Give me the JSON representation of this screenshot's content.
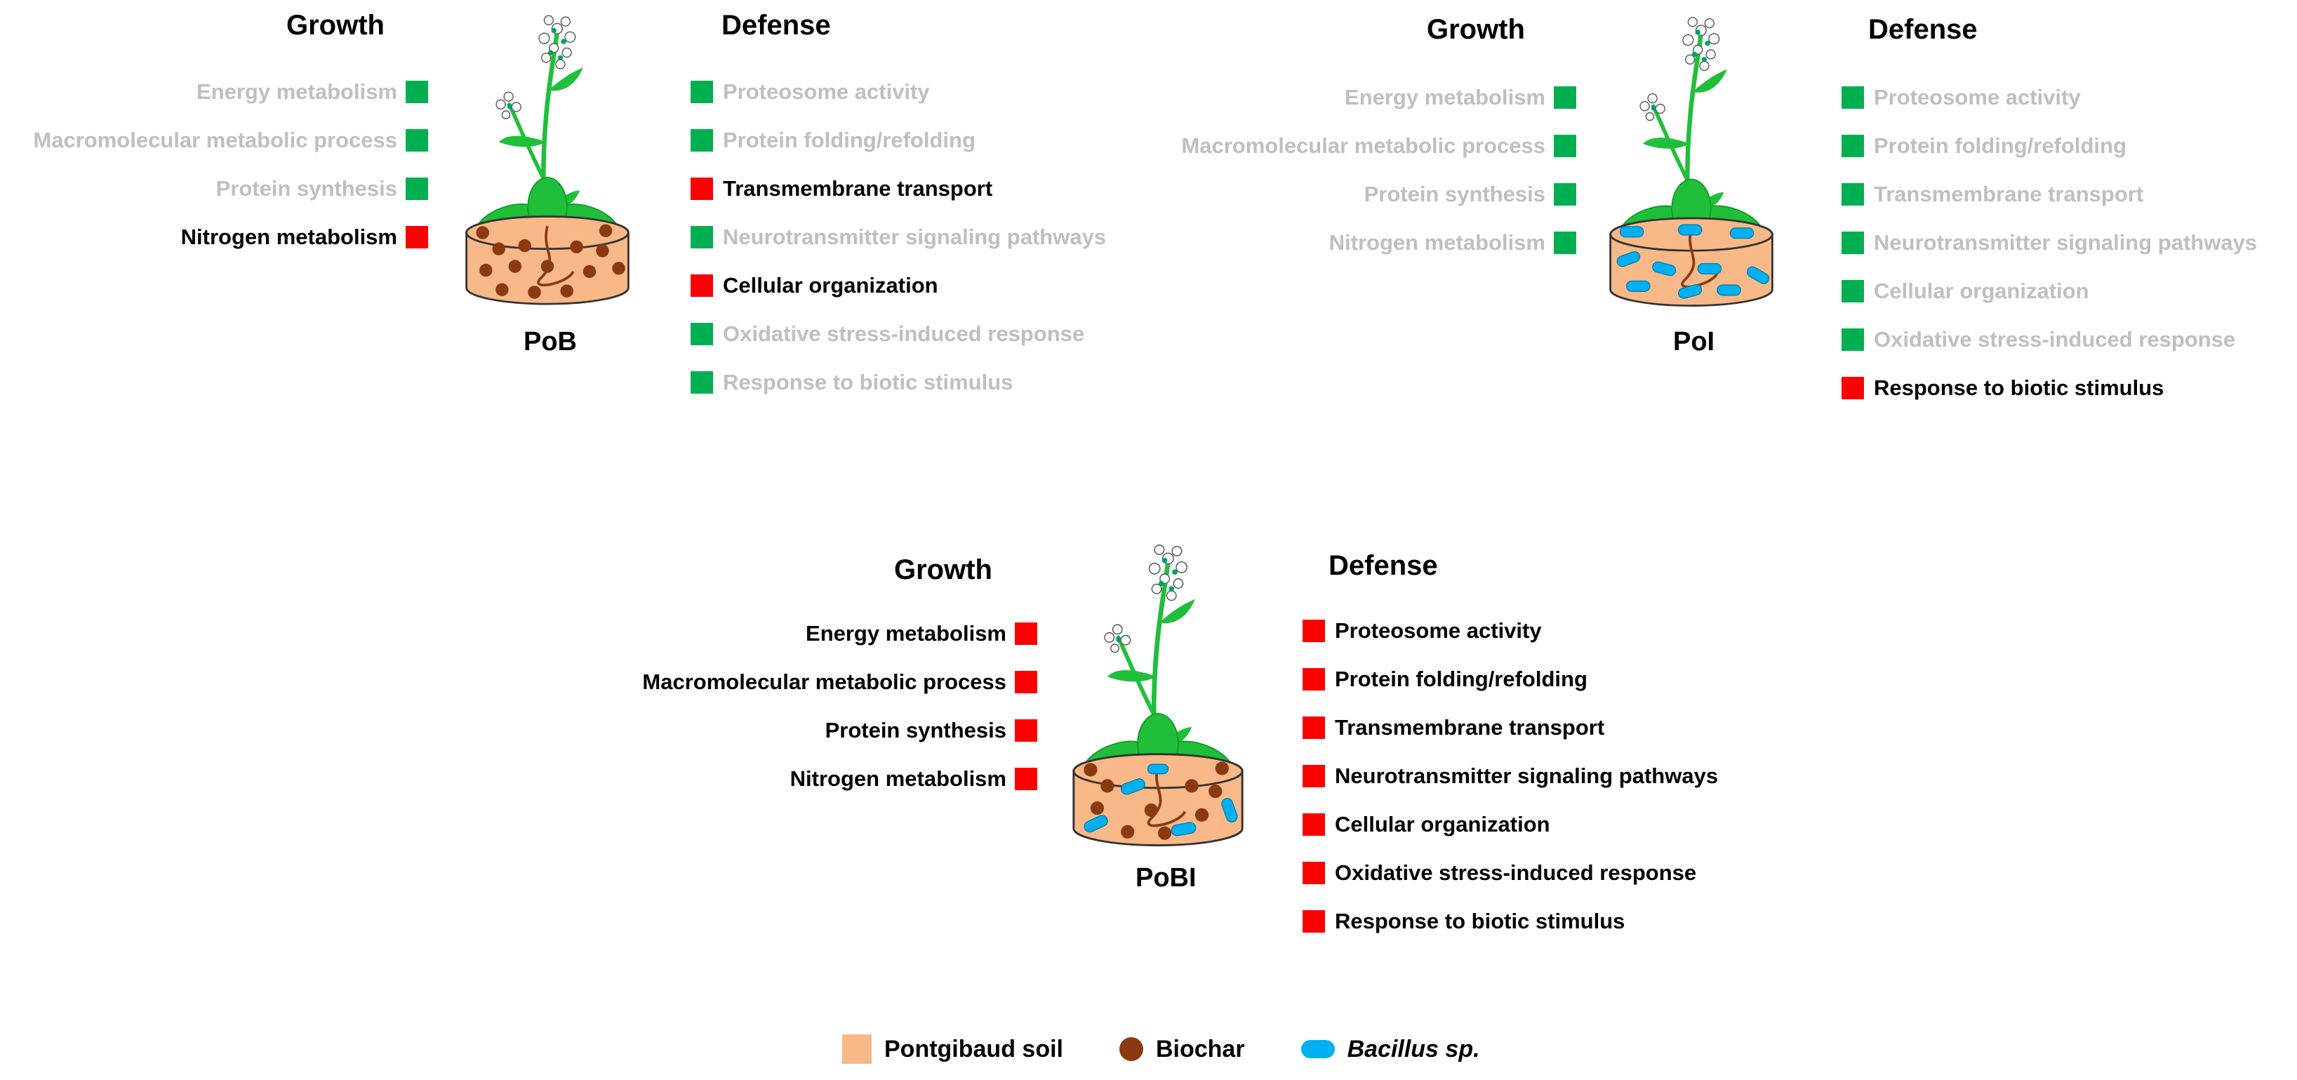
{
  "colors": {
    "green": "#00b050",
    "red": "#ff0000",
    "gray_text": "#bfbfbf",
    "soil": "#f8b887",
    "biochar": "#8b3a0f",
    "bacillus": "#00b0f0",
    "leaf": "#1fbf3a"
  },
  "panels": [
    {
      "label": "PoB",
      "growth_title": "Growth",
      "defense_title": "Defense",
      "growth": [
        {
          "text": "Energy metabolism",
          "state": "green"
        },
        {
          "text": "Macromolecular metabolic process",
          "state": "green"
        },
        {
          "text": "Protein synthesis",
          "state": "green"
        },
        {
          "text": "Nitrogen metabolism",
          "state": "red"
        }
      ],
      "defense": [
        {
          "text": "Proteosome activity",
          "state": "green"
        },
        {
          "text": "Protein folding/refolding",
          "state": "green"
        },
        {
          "text": "Transmembrane transport",
          "state": "red"
        },
        {
          "text": "Neurotransmitter signaling pathways",
          "state": "green"
        },
        {
          "text": "Cellular organization",
          "state": "red"
        },
        {
          "text": "Oxidative stress-induced response",
          "state": "green"
        },
        {
          "text": "Response to biotic stimulus",
          "state": "green"
        }
      ]
    },
    {
      "label": "PoI",
      "growth_title": "Growth",
      "defense_title": "Defense",
      "growth": [
        {
          "text": "Energy metabolism",
          "state": "green"
        },
        {
          "text": "Macromolecular metabolic process",
          "state": "green"
        },
        {
          "text": "Protein synthesis",
          "state": "green"
        },
        {
          "text": "Nitrogen metabolism",
          "state": "green"
        }
      ],
      "defense": [
        {
          "text": "Proteosome activity",
          "state": "green"
        },
        {
          "text": "Protein folding/refolding",
          "state": "green"
        },
        {
          "text": "Transmembrane transport",
          "state": "green"
        },
        {
          "text": "Neurotransmitter signaling pathways",
          "state": "green"
        },
        {
          "text": "Cellular organization",
          "state": "green"
        },
        {
          "text": "Oxidative stress-induced response",
          "state": "green"
        },
        {
          "text": "Response to biotic stimulus",
          "state": "red"
        }
      ]
    },
    {
      "label": "PoBI",
      "growth_title": "Growth",
      "defense_title": "Defense",
      "growth": [
        {
          "text": "Energy metabolism",
          "state": "red"
        },
        {
          "text": "Macromolecular metabolic process",
          "state": "red"
        },
        {
          "text": "Protein synthesis",
          "state": "red"
        },
        {
          "text": "Nitrogen metabolism",
          "state": "red"
        }
      ],
      "defense": [
        {
          "text": "Proteosome activity",
          "state": "red"
        },
        {
          "text": "Protein folding/refolding",
          "state": "red"
        },
        {
          "text": "Transmembrane transport",
          "state": "red"
        },
        {
          "text": "Neurotransmitter signaling pathways",
          "state": "red"
        },
        {
          "text": "Cellular organization",
          "state": "red"
        },
        {
          "text": "Oxidative stress-induced response",
          "state": "red"
        },
        {
          "text": "Response to biotic stimulus",
          "state": "red"
        }
      ]
    }
  ],
  "legend": {
    "soil": "Pontgibaud soil",
    "biochar": "Biochar",
    "bacillus": "Bacillus sp."
  }
}
